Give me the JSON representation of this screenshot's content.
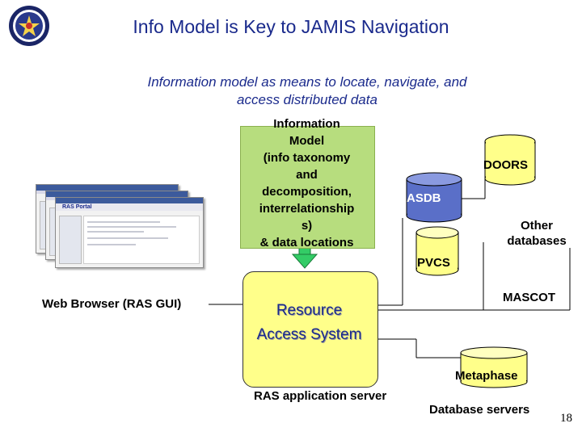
{
  "slide": {
    "title": "Info Model is Key to JAMIS Navigation",
    "subtitle_line1": "Information model as means to locate, navigate, and",
    "subtitle_line2": "access distributed data",
    "page_number": "18"
  },
  "logo": {
    "icon": "seal-emblem-icon"
  },
  "info_model": {
    "lines": [
      "Information",
      "Model",
      "(info taxonomy",
      "and",
      "decomposition,",
      "interrelationship",
      "s)",
      "& data locations"
    ],
    "fill": "#b7dd7e"
  },
  "ras": {
    "line1": "Resource",
    "line2": "Access System",
    "caption": "RAS application server",
    "fill": "#ffff8a"
  },
  "browser": {
    "caption": "Web Browser (RAS GUI)",
    "window_title": "RAS Portal"
  },
  "databases": {
    "doors": "DOORS",
    "asdb": "ASDB",
    "other": "Other databases",
    "pvcs": "PVCS",
    "mascot": "MASCOT",
    "metaphase": "Metaphase",
    "caption": "Database servers",
    "asdb_color": "#5a6fc8",
    "cylinder_color": "#ffff8a"
  },
  "colors": {
    "title": "#1a2a8c",
    "arrow": "#33cc66"
  }
}
